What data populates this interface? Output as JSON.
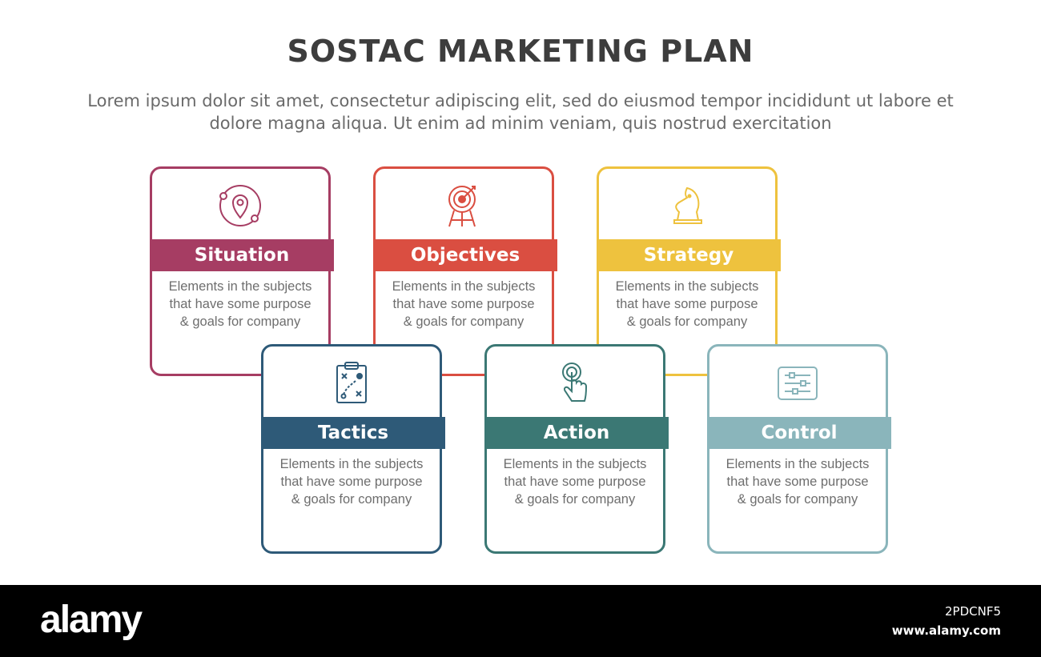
{
  "title": "SOSTAC MARKETING PLAN",
  "subtitle": "Lorem ipsum dolor sit amet, consectetur adipiscing elit, sed do eiusmod tempor incididunt ut labore et dolore magna aliqua. Ut enim ad minim veniam, quis nostrud exercitation",
  "cards": [
    {
      "label": "Situation",
      "description": "Elements in the subjects\nthat have  some purpose\n& goals for company",
      "color": "#a63d63",
      "icon": "location-orbit-icon"
    },
    {
      "label": "Objectives",
      "description": "Elements in the subjects\nthat have  some purpose\n& goals for company",
      "color": "#da4e41",
      "icon": "target-easel-icon"
    },
    {
      "label": "Strategy",
      "description": "Elements in the subjects\nthat have  some purpose\n& goals for company",
      "color": "#eec23e",
      "icon": "chess-knight-icon"
    },
    {
      "label": "Tactics",
      "description": "Elements in the subjects\nthat have  some purpose\n& goals for company",
      "color": "#2e5a78",
      "icon": "clipboard-plan-icon"
    },
    {
      "label": "Action",
      "description": "Elements in the subjects\nthat have  some purpose\n& goals for company",
      "color": "#3b7874",
      "icon": "hand-tap-icon"
    },
    {
      "label": "Control",
      "description": "Elements in the subjects\nthat have  some purpose\n& goals for company",
      "color": "#8ab5bb",
      "icon": "sliders-icon"
    }
  ],
  "footer": {
    "logo": "alamy",
    "image_code": "2PDCNF5",
    "url": "www.alamy.com"
  }
}
